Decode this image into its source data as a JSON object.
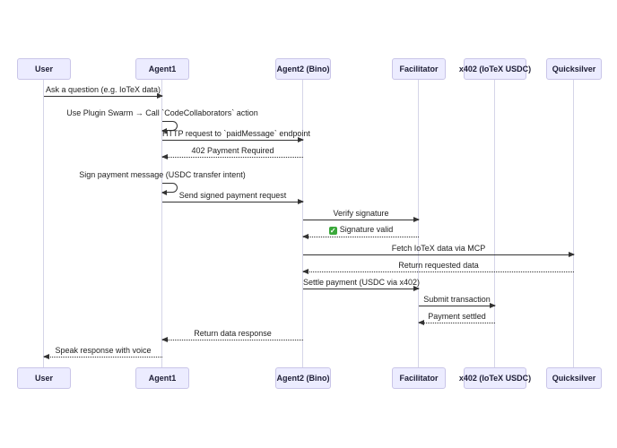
{
  "diagram": {
    "type": "sequence",
    "background": "#ffffff",
    "colors": {
      "actor_fill": "#ECECFF",
      "actor_border": "#c9c5e8",
      "lifeline": "#d5d5e8",
      "line": "#333333",
      "text": "#222222",
      "check_green": "#3aa83a"
    },
    "actors": [
      {
        "id": "user",
        "label": "User"
      },
      {
        "id": "agent1",
        "label": "Agent1"
      },
      {
        "id": "agent2",
        "label": "Agent2 (Bino)"
      },
      {
        "id": "facilitator",
        "label": "Facilitator"
      },
      {
        "id": "x402",
        "label": "x402 (IoTeX USDC)"
      },
      {
        "id": "quicksilver",
        "label": "Quicksilver"
      }
    ],
    "messages": [
      {
        "from": "User",
        "to": "Agent1",
        "type": "solid",
        "label": "Ask a question (e.g. IoTeX data)"
      },
      {
        "from": "Agent1",
        "to": "Agent1",
        "type": "self",
        "label": "Use Plugin Swarm → Call `CodeCollaborators` action"
      },
      {
        "from": "Agent1",
        "to": "Agent2 (Bino)",
        "type": "solid",
        "label": "HTTP request to `paidMessage` endpoint"
      },
      {
        "from": "Agent2 (Bino)",
        "to": "Agent1",
        "type": "dotted",
        "label": "402 Payment Required"
      },
      {
        "from": "Agent1",
        "to": "Agent1",
        "type": "self",
        "label": "Sign payment message (USDC transfer intent)"
      },
      {
        "from": "Agent1",
        "to": "Agent2 (Bino)",
        "type": "solid",
        "label": "Send signed payment request"
      },
      {
        "from": "Agent2 (Bino)",
        "to": "Facilitator",
        "type": "solid",
        "label": "Verify signature"
      },
      {
        "from": "Facilitator",
        "to": "Agent2 (Bino)",
        "type": "dotted",
        "label": "Signature valid",
        "icon": "white-check-mark"
      },
      {
        "from": "Agent2 (Bino)",
        "to": "Quicksilver",
        "type": "solid",
        "label": "Fetch IoTeX data via MCP"
      },
      {
        "from": "Quicksilver",
        "to": "Agent2 (Bino)",
        "type": "dotted",
        "label": "Return requested data"
      },
      {
        "from": "Agent2 (Bino)",
        "to": "Facilitator",
        "type": "solid",
        "label": "Settle payment (USDC via x402)"
      },
      {
        "from": "Facilitator",
        "to": "x402 (IoTeX USDC)",
        "type": "solid",
        "label": "Submit transaction"
      },
      {
        "from": "x402 (IoTeX USDC)",
        "to": "Facilitator",
        "type": "dotted",
        "label": "Payment settled"
      },
      {
        "from": "Agent2 (Bino)",
        "to": "Agent1",
        "type": "dotted",
        "label": "Return data response"
      },
      {
        "from": "Agent1",
        "to": "User",
        "type": "dotted",
        "label": "Speak response with voice"
      }
    ],
    "icons": {
      "check_glyph": "✓"
    }
  }
}
